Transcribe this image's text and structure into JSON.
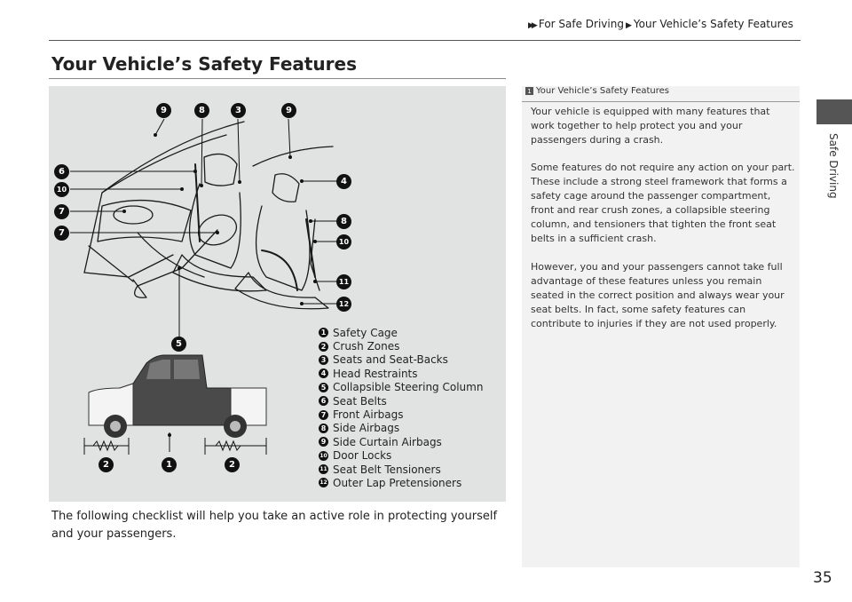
{
  "breadcrumb": {
    "items": [
      "For Safe Driving",
      "Your Vehicle’s Safety Features"
    ]
  },
  "page_title": "Your Vehicle’s Safety Features",
  "figure": {
    "callouts": [
      "9",
      "8",
      "3",
      "9",
      "6",
      "10",
      "7",
      "7",
      "4",
      "8",
      "10",
      "11",
      "12",
      "5",
      "2",
      "1",
      "2"
    ],
    "legend": [
      {
        "num": "1",
        "label": "Safety Cage"
      },
      {
        "num": "2",
        "label": "Crush Zones"
      },
      {
        "num": "3",
        "label": "Seats and Seat-Backs"
      },
      {
        "num": "4",
        "label": "Head Restraints"
      },
      {
        "num": "5",
        "label": "Collapsible Steering Column"
      },
      {
        "num": "6",
        "label": "Seat Belts"
      },
      {
        "num": "7",
        "label": "Front Airbags"
      },
      {
        "num": "8",
        "label": "Side Airbags"
      },
      {
        "num": "9",
        "label": "Side Curtain Airbags"
      },
      {
        "num": "10",
        "label": "Door Locks"
      },
      {
        "num": "11",
        "label": "Seat Belt Tensioners"
      },
      {
        "num": "12",
        "label": "Outer Lap Pretensioners"
      }
    ]
  },
  "body_text": "The following checklist will help you take an active role in protecting yourself and your passengers.",
  "side_note": {
    "icon": "1",
    "heading": "Your Vehicle’s Safety Features",
    "paragraphs": [
      "Your vehicle is equipped with many features that work together to help protect you and your passengers during a crash.",
      "Some features do not require any action on your part. These include a strong steel framework that forms a safety cage around the passenger compartment, front and rear crush zones, a collapsible steering column, and tensioners that tighten the front seat belts in a sufficient crash.",
      "However, you and your passengers cannot take full advantage of these features unless you remain seated in the correct position and always wear your seat belts. In fact, some safety features can contribute to injuries if they are not used properly."
    ]
  },
  "side_tab": "Safe Driving",
  "page_number": "35"
}
